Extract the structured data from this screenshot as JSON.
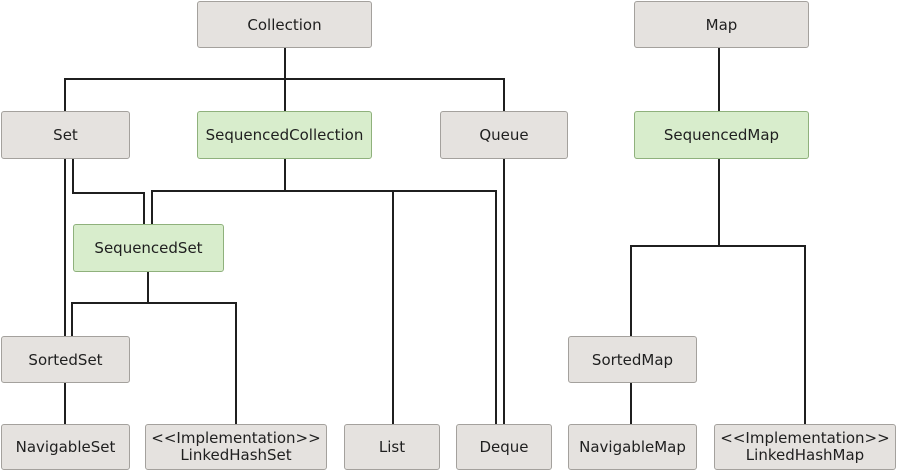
{
  "collection_hierarchy": {
    "collection": "Collection",
    "set": "Set",
    "sequenced_collection": "SequencedCollection",
    "queue": "Queue",
    "sequenced_set": "SequencedSet",
    "sorted_set": "SortedSet",
    "navigable_set": "NavigableSet",
    "linked_hash_set": {
      "line1": "<<Implementation>>",
      "line2": "LinkedHashSet"
    },
    "list": "List",
    "deque": "Deque"
  },
  "map_hierarchy": {
    "map": "Map",
    "sequenced_map": "SequencedMap",
    "sorted_map": "SortedMap",
    "navigable_map": "NavigableMap",
    "linked_hash_map": {
      "line1": "<<Implementation>>",
      "line2": "LinkedHashMap"
    }
  },
  "colors": {
    "interface_fill": "#e5e2df",
    "sequenced_fill": "#d8edcc",
    "connector": "#1f1f1f"
  }
}
